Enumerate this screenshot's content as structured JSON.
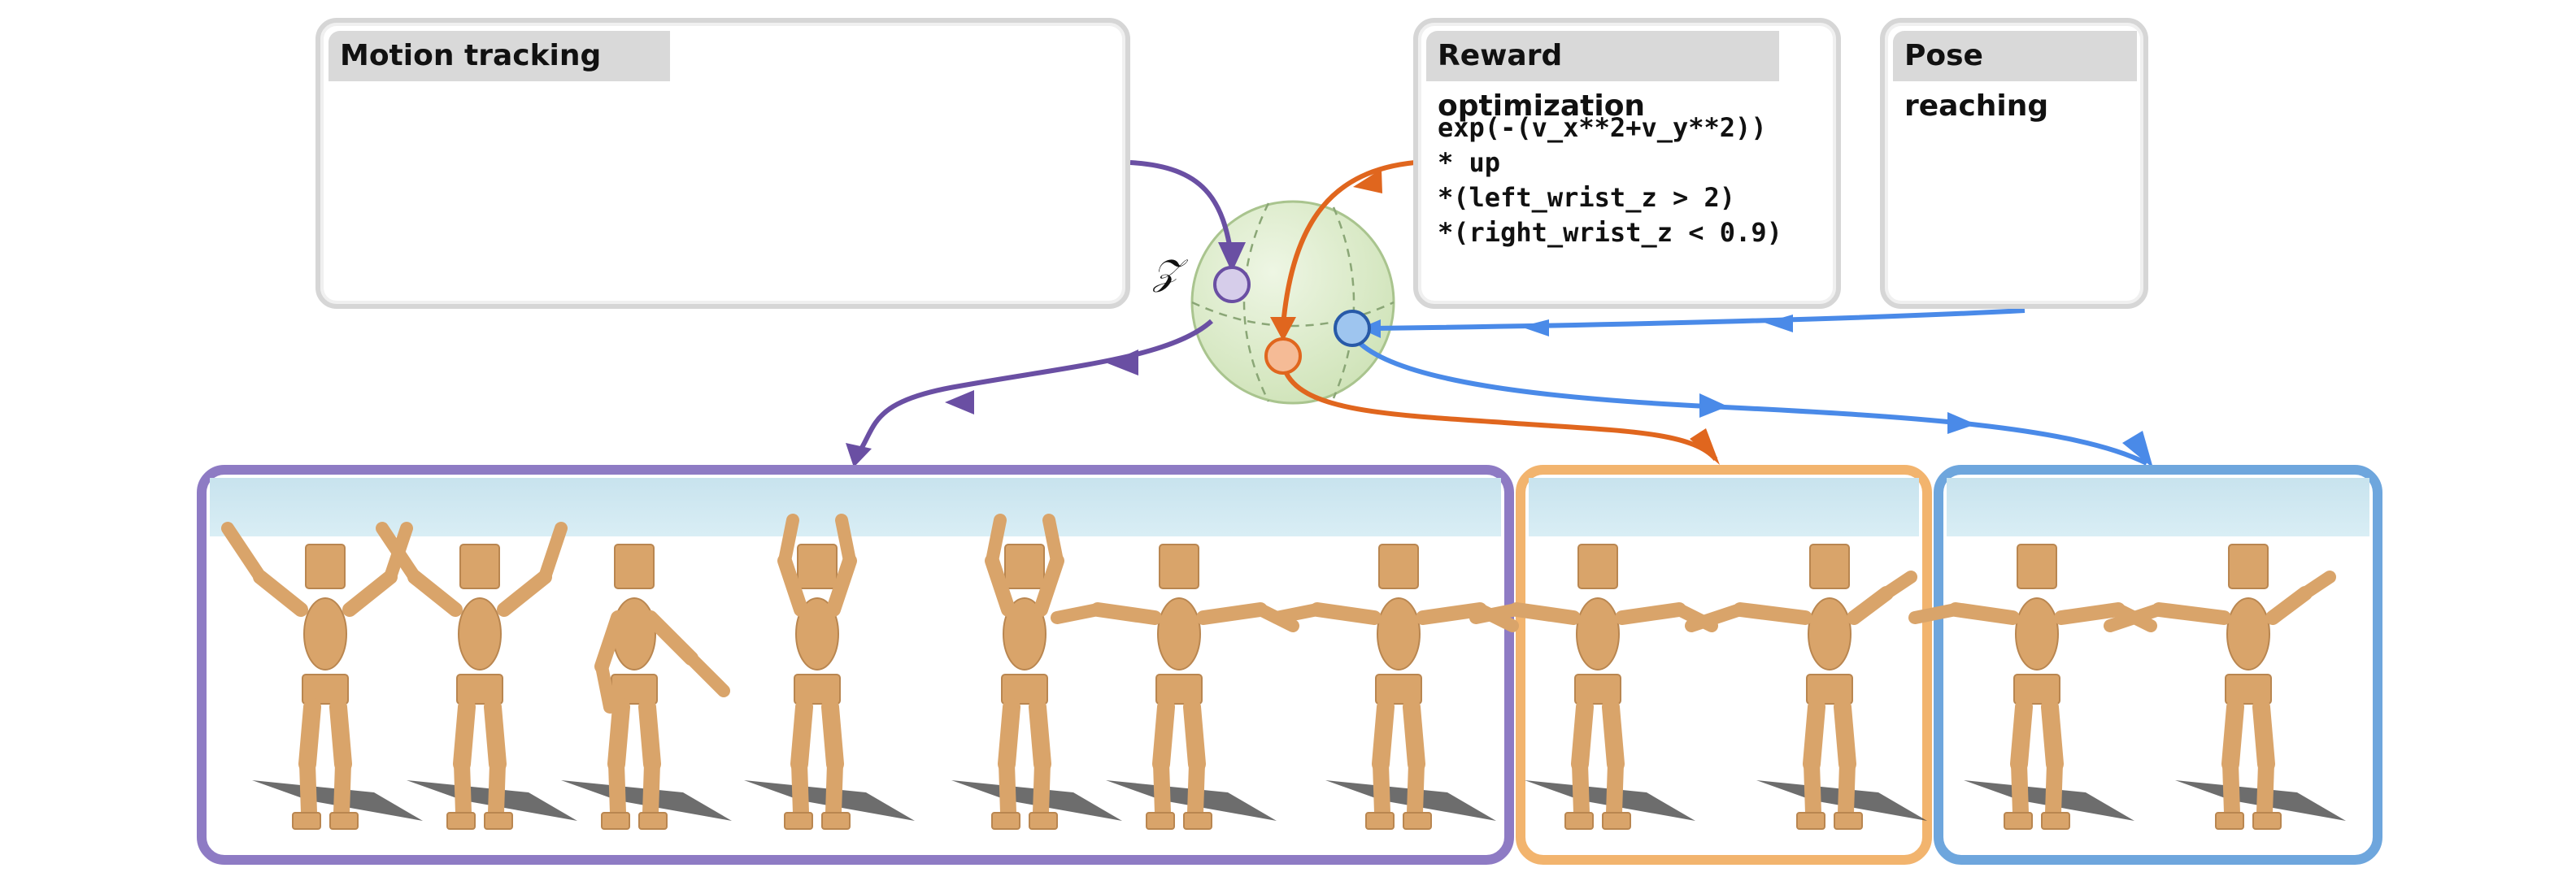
{
  "panels": {
    "motion_tracking": {
      "title": "Motion tracking"
    },
    "reward_optimization": {
      "title": "Reward optimization",
      "code": [
        "exp(-(v_x**2+v_y**2))",
        "* up",
        "*(left_wrist_z > 2)",
        "*(right_wrist_z < 0.9)"
      ]
    },
    "pose_reaching": {
      "title": "Pose reaching"
    }
  },
  "latent_space": {
    "label": "𝒵"
  },
  "colors": {
    "tracking": "#6a4fa3",
    "reward": "#e0661e",
    "pose": "#4a8ae8",
    "tracking_box": "#8e7bc4",
    "reward_box": "#f2b46e",
    "pose_box": "#6ea6dd",
    "skeleton_bone": "#e8141c",
    "skeleton_joint": "#2a1fd6",
    "sphere": "#dceccb",
    "sky": "#cfe6ef",
    "humanoid": "#d9a46a"
  },
  "result_groups": [
    {
      "name": "tracking-results",
      "count": 7
    },
    {
      "name": "reward-results",
      "count": 2
    },
    {
      "name": "pose-results",
      "count": 2
    }
  ]
}
